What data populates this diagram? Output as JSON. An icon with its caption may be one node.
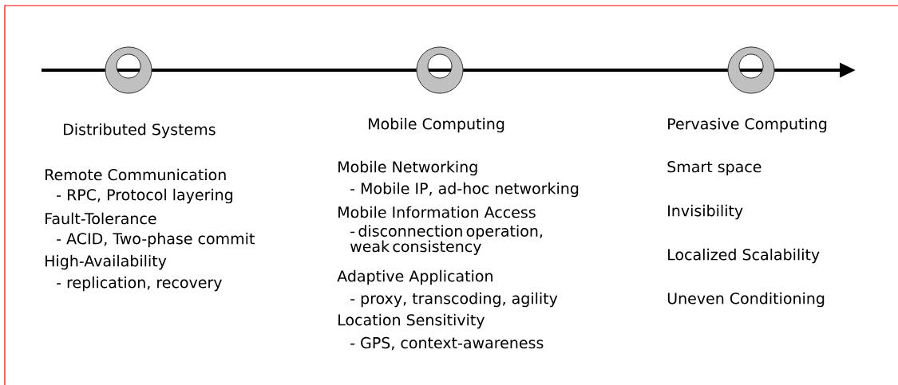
{
  "diagram": {
    "nodes": [
      {
        "text": [],
        "shape": "circle",
        "beside": [
          "Distributed Systems"
        ]
      },
      {
        "text": [],
        "shape": "circle",
        "beside": [
          "Mobile Computing"
        ]
      },
      {
        "text": [],
        "shape": "circle",
        "beside": [
          "Pervasive Computing"
        ]
      }
    ],
    "edges": [
      {
        "from": null,
        "to": 0,
        "arrow": "none"
      },
      {
        "from": 0,
        "to": 1,
        "arrow": "none"
      },
      {
        "from": 1,
        "to": 2,
        "arrow": "none"
      },
      {
        "from": 2,
        "to": null,
        "arrow": "to"
      }
    ],
    "labels": [
      "Remote Communication",
      "- RPC, Protocol layering",
      "Fault-Tolerance",
      "- ACID, Two-phase commit",
      "High-Availability",
      "- replication, recovery",
      "Mobile Networking",
      "- Mobile IP, ad-hoc networking",
      "Mobile Information Access",
      "- disconnection operation, weak consistency",
      "Adaptive Application",
      "- proxy, transcoding, agility",
      "Location Sensitivity",
      "- GPS, context-awareness",
      "Smart space",
      "Invisibility",
      "Localized Scalability",
      "Uneven Conditioning"
    ]
  }
}
